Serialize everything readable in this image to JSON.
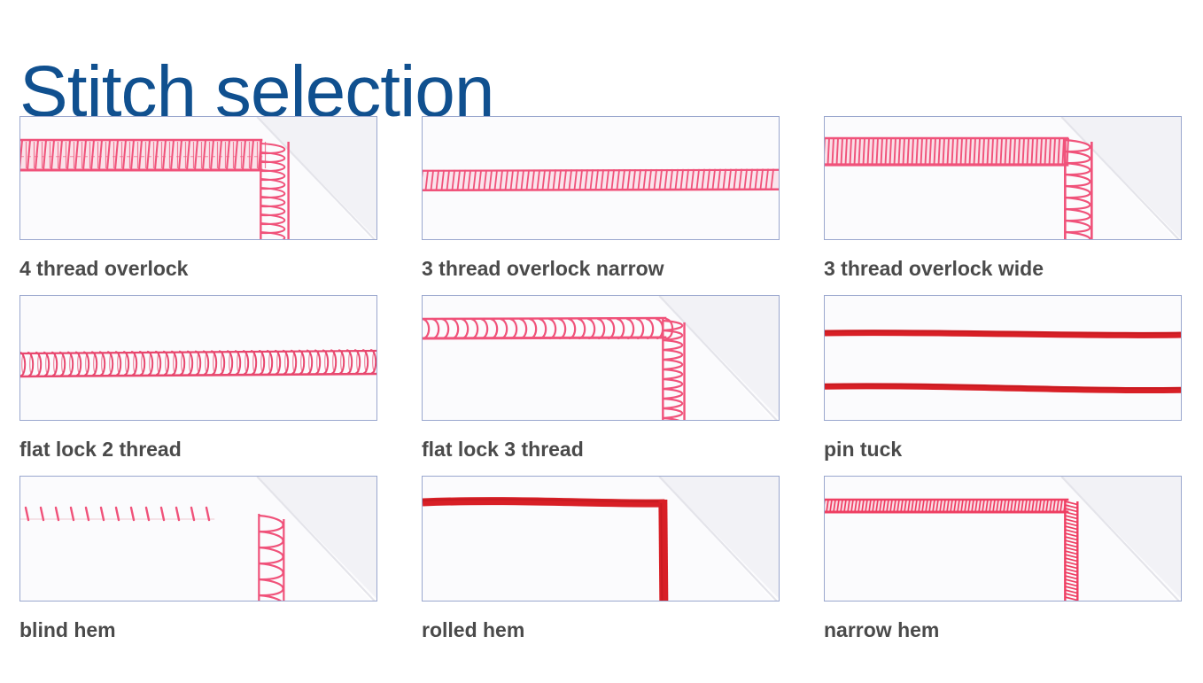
{
  "page": {
    "title": "Stitch selection",
    "title_color": "#10508f",
    "background_color": "#ffffff",
    "label_color": "#4a4a4a",
    "frame_border_color": "#9aa7ce",
    "fabric_color": "#fbfbfd"
  },
  "palette": {
    "thread_pink": "#f0527a",
    "thread_pink_light": "#f58aa6",
    "thread_red": "#d81f26",
    "thread_red_dark": "#b8171d",
    "thread_pale": "#f9c3d1",
    "fold_shadow": "#e4e4ea",
    "fabric_tint": "#f7f7fa"
  },
  "grid": {
    "columns": 3,
    "rows": 3,
    "cells": [
      {
        "id": "cell-1",
        "label": "4 thread overlock",
        "stitch_type": "overlock-4-thread",
        "layout": "corner",
        "thread_color": "#f0527a",
        "band_width": 34,
        "stitch_spacing": 9,
        "has_fold": true
      },
      {
        "id": "cell-2",
        "label": "3 thread overlock narrow",
        "stitch_type": "overlock-3-thread-narrow",
        "layout": "straight",
        "thread_color": "#f0527a",
        "band_width": 22,
        "stitch_spacing": 6,
        "has_fold": false
      },
      {
        "id": "cell-3",
        "label": "3 thread overlock wide",
        "stitch_type": "overlock-3-thread-wide",
        "layout": "corner",
        "thread_color": "#f0527a",
        "band_width": 30,
        "stitch_spacing": 5,
        "has_fold": true
      },
      {
        "id": "cell-4",
        "label": "flat lock 2 thread",
        "stitch_type": "flatlock-2-thread",
        "layout": "straight",
        "thread_color": "#e8486f",
        "band_width": 26,
        "stitch_spacing": 9,
        "has_fold": false
      },
      {
        "id": "cell-5",
        "label": "flat lock 3 thread",
        "stitch_type": "flatlock-3-thread",
        "layout": "corner",
        "thread_color": "#f0527a",
        "band_width": 22,
        "stitch_spacing": 11,
        "has_fold": true
      },
      {
        "id": "cell-6",
        "label": "pin tuck",
        "stitch_type": "pin-tuck",
        "layout": "two-cords",
        "thread_color": "#d81f26",
        "band_width": 7,
        "stitch_spacing": 0,
        "has_fold": false
      },
      {
        "id": "cell-7",
        "label": "blind hem",
        "stitch_type": "blind-hem",
        "layout": "ticks-with-edge",
        "thread_color": "#f0527a",
        "band_width": 14,
        "stitch_spacing": 17,
        "has_fold": true
      },
      {
        "id": "cell-8",
        "label": "rolled hem",
        "stitch_type": "rolled-hem",
        "layout": "corner",
        "thread_color": "#d81f26",
        "band_width": 9,
        "stitch_spacing": 3,
        "has_fold": true
      },
      {
        "id": "cell-9",
        "label": "narrow hem",
        "stitch_type": "narrow-hem",
        "layout": "corner",
        "thread_color": "#ef3f63",
        "band_width": 14,
        "stitch_spacing": 4,
        "has_fold": true
      }
    ]
  }
}
